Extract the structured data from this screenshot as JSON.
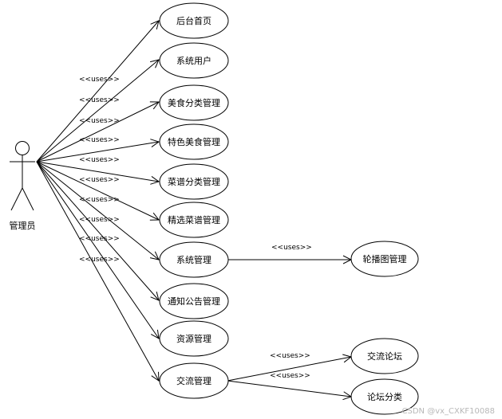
{
  "actor": {
    "label": "管理员"
  },
  "stereotype": "<<uses>>",
  "use_cases": [
    {
      "label": "后台首页"
    },
    {
      "label": "系统用户"
    },
    {
      "label": "美食分类管理"
    },
    {
      "label": "特色美食管理"
    },
    {
      "label": "菜谱分类管理"
    },
    {
      "label": "精选菜谱管理"
    },
    {
      "label": "系统管理"
    },
    {
      "label": "通知公告管理"
    },
    {
      "label": "资源管理"
    },
    {
      "label": "交流管理"
    }
  ],
  "sub_use_cases": [
    {
      "label": "轮播图管理"
    },
    {
      "label": "交流论坛"
    },
    {
      "label": "论坛分类"
    }
  ],
  "watermark": "CSDN @vx_CXKF10088"
}
